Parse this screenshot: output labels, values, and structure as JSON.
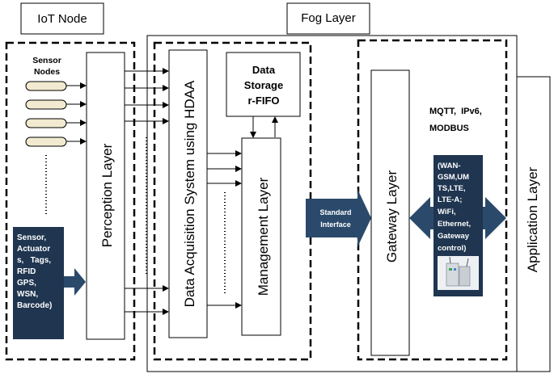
{
  "iot_node": {
    "title": "IoT Node",
    "sensor_nodes_label": [
      "Sensor",
      "Nodes"
    ],
    "perception_layer": "Perception Layer",
    "sensor_box_lines": [
      "Sensor,",
      "Actuator",
      "s,   Tags,",
      "RFID",
      "GPS,",
      "WSN,",
      "Barcode)"
    ]
  },
  "fog_layer": {
    "title": "Fog Layer",
    "data_acquisition": "Data Acquisition System using HDAA",
    "data_storage_lines": [
      "Data",
      "Storage",
      "r-FIFO"
    ],
    "management_layer": "Management Layer",
    "standard_interface_lines": [
      "Standard",
      "Interface"
    ],
    "gateway_layer": "Gateway Layer",
    "protocols_lines": [
      "MQTT,  IPv6,",
      "MODBUS"
    ],
    "network_box_lines": [
      "(WAN-",
      "GSM,UM",
      "TS,LTE,",
      "LTE-A;",
      "WiFi,",
      "Ethernet,",
      "Gateway",
      "control)"
    ]
  },
  "application_layer": "Application Layer",
  "colors": {
    "navy": "#1f3550",
    "arrow_blue": "#2b4a6b"
  }
}
